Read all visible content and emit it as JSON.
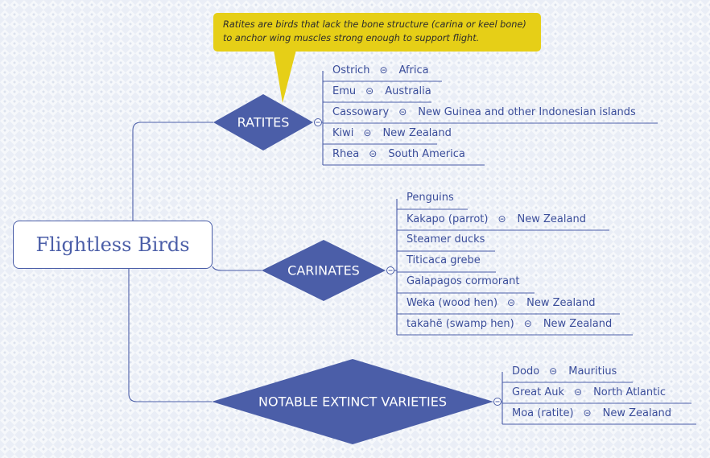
{
  "root": {
    "label": "Flightless Birds"
  },
  "note": {
    "text": "Ratites are birds that lack the bone structure (carina or keel bone) to anchor wing muscles strong enough to support flight."
  },
  "branches": [
    {
      "label": "RATITES",
      "items": [
        {
          "name": "Ostrich",
          "region": "Africa"
        },
        {
          "name": "Emu",
          "region": "Australia"
        },
        {
          "name": "Cassowary",
          "region": "New Guinea and other Indonesian islands"
        },
        {
          "name": "Kiwi",
          "region": "New Zealand"
        },
        {
          "name": "Rhea",
          "region": "South America"
        }
      ]
    },
    {
      "label": "CARINATES",
      "items": [
        {
          "name": "Penguins"
        },
        {
          "name": "Kakapo (parrot)",
          "region": "New Zealand"
        },
        {
          "name": "Steamer ducks"
        },
        {
          "name": "Titicaca grebe"
        },
        {
          "name": "Galapagos cormorant"
        },
        {
          "name": "Weka (wood hen)",
          "region": "New Zealand"
        },
        {
          "name": " takahē (swamp hen)",
          "region": "New Zealand"
        }
      ]
    },
    {
      "label": "NOTABLE EXTINCT VARIETIES",
      "items": [
        {
          "name": "Dodo",
          "region": "Mauritius"
        },
        {
          "name": "Great Auk",
          "region": "North Atlantic"
        },
        {
          "name": "Moa (ratite)",
          "region": "New Zealand"
        }
      ]
    }
  ],
  "colors": {
    "accent": "#4b5ea8",
    "text": "#3a4d9a",
    "note": "#e6cf17",
    "background": "#f6f8fb"
  },
  "icons": {
    "collapse": "collapse-circle-icon",
    "separator": "⊝"
  }
}
